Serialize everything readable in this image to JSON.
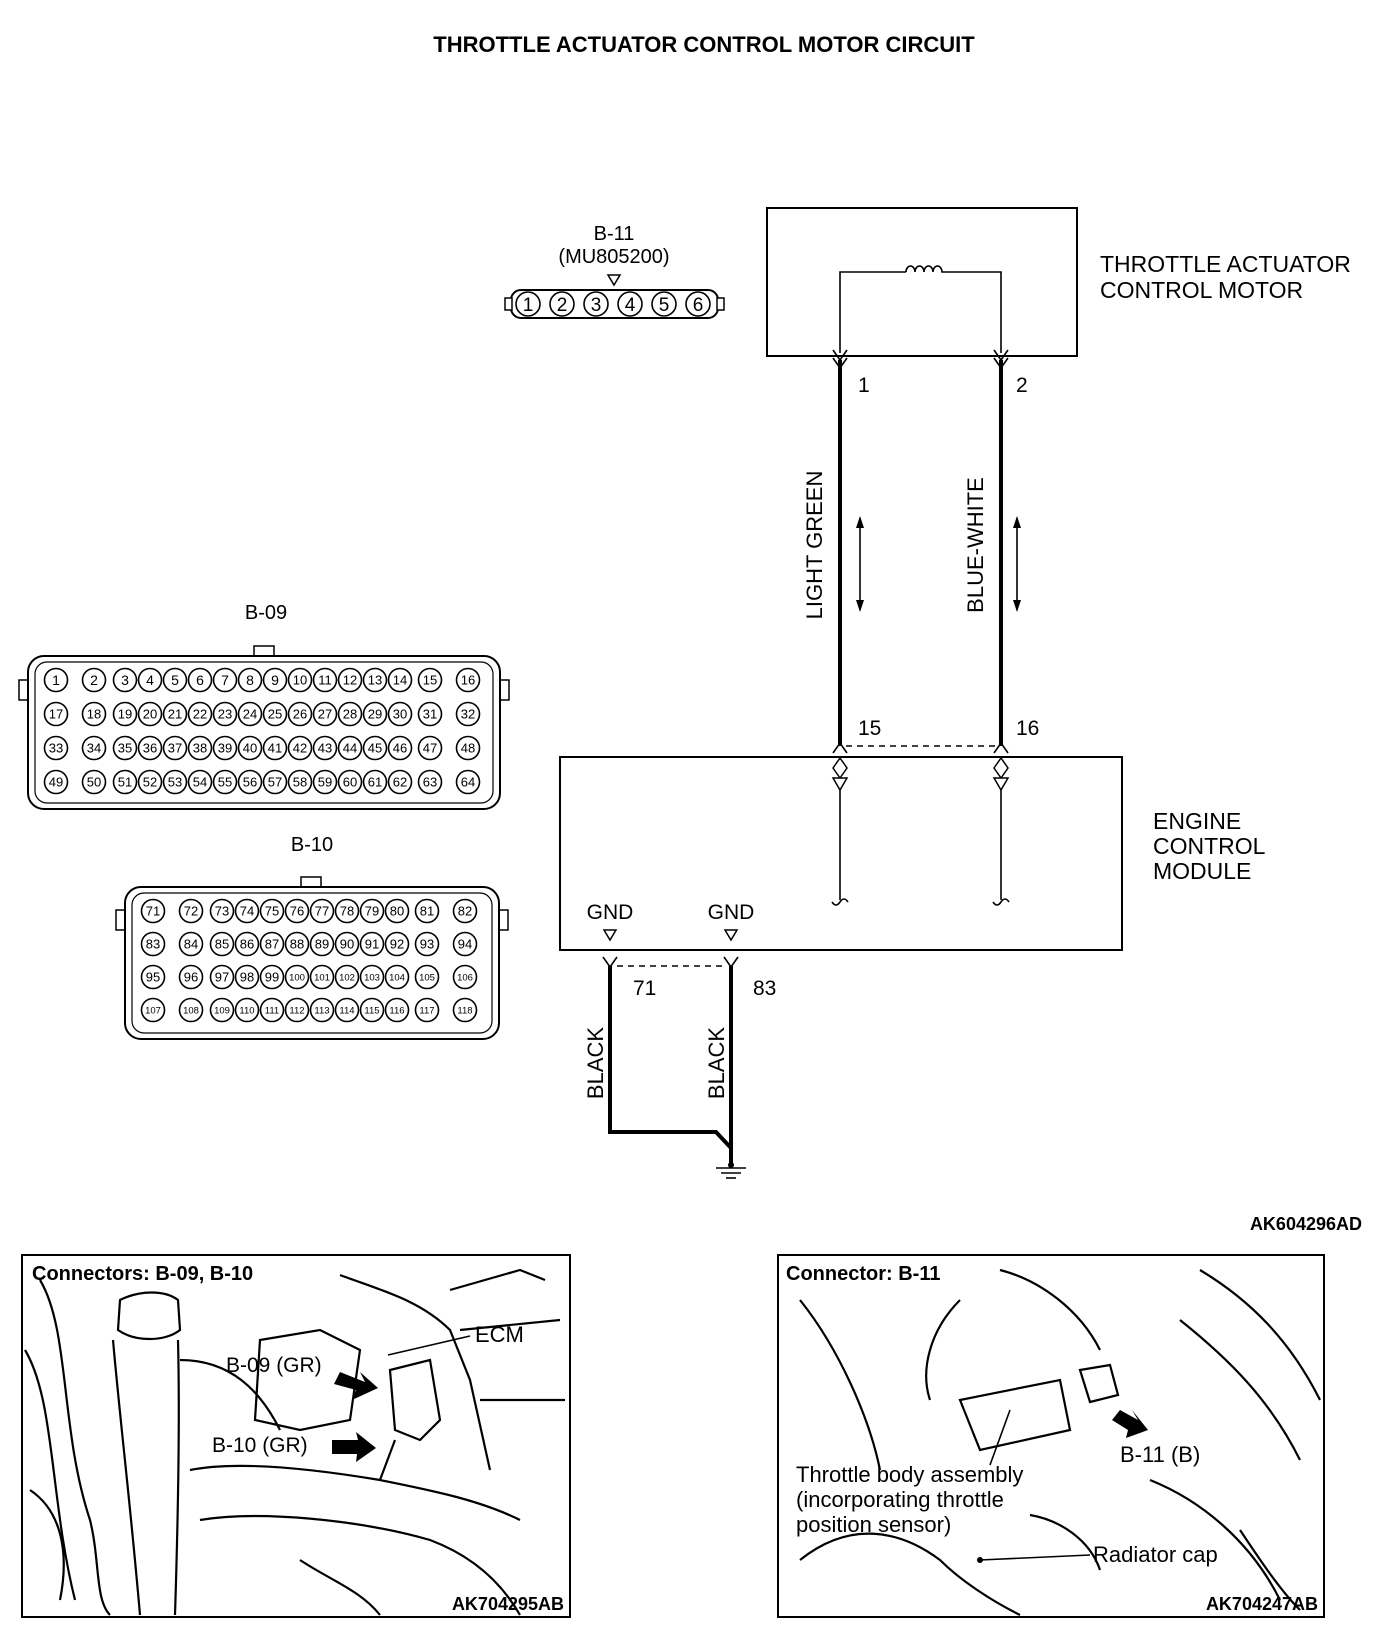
{
  "title": "THROTTLE ACTUATOR CONTROL MOTOR CIRCUIT",
  "connector_b11": {
    "name": "B-11",
    "part": "(MU805200)",
    "pins": [
      "1",
      "2",
      "3",
      "4",
      "5",
      "6"
    ]
  },
  "motor": {
    "line1": "THROTTLE ACTUATOR",
    "line2": "CONTROL MOTOR"
  },
  "wires": {
    "pin_a_top": "1",
    "pin_b_top": "2",
    "wire_a": "LIGHT GREEN",
    "wire_b": "BLUE-WHITE",
    "pin_a_bottom": "15",
    "pin_b_bottom": "16",
    "gnd_a_pin": "71",
    "gnd_b_pin": "83",
    "gnd_a_wire": "BLACK",
    "gnd_b_wire": "BLACK"
  },
  "ecm": {
    "line1": "ENGINE",
    "line2": "CONTROL",
    "line3": "MODULE",
    "gnd1": "GND",
    "gnd2": "GND"
  },
  "connector_b09": {
    "name": "B-09",
    "rows": [
      [
        "1",
        "2",
        "3",
        "4",
        "5",
        "6",
        "7",
        "8",
        "9",
        "10",
        "11",
        "12",
        "13",
        "14",
        "15",
        "16"
      ],
      [
        "17",
        "18",
        "19",
        "20",
        "21",
        "22",
        "23",
        "24",
        "25",
        "26",
        "27",
        "28",
        "29",
        "30",
        "31",
        "32"
      ],
      [
        "33",
        "34",
        "35",
        "36",
        "37",
        "38",
        "39",
        "40",
        "41",
        "42",
        "43",
        "44",
        "45",
        "46",
        "47",
        "48"
      ],
      [
        "49",
        "50",
        "51",
        "52",
        "53",
        "54",
        "55",
        "56",
        "57",
        "58",
        "59",
        "60",
        "61",
        "62",
        "63",
        "64"
      ]
    ]
  },
  "connector_b10": {
    "name": "B-10",
    "rows": [
      [
        "71",
        "72",
        "73",
        "74",
        "75",
        "76",
        "77",
        "78",
        "79",
        "80",
        "81",
        "82"
      ],
      [
        "83",
        "84",
        "85",
        "86",
        "87",
        "88",
        "89",
        "90",
        "91",
        "92",
        "93",
        "94"
      ],
      [
        "95",
        "96",
        "97",
        "98",
        "99",
        "100",
        "101",
        "102",
        "103",
        "104",
        "105",
        "106"
      ],
      [
        "107",
        "108",
        "109",
        "110",
        "111",
        "112",
        "113",
        "114",
        "115",
        "116",
        "117",
        "118"
      ]
    ]
  },
  "diagram_code": "AK604296AD",
  "photo_left": {
    "title": "Connectors: B-09, B-10",
    "ecm_label": "ECM",
    "b09_label": "B-09 (GR)",
    "b10_label": "B-10 (GR)",
    "code": "AK704295AB"
  },
  "photo_right": {
    "title": "Connector: B-11",
    "throttle_line1": "Throttle body assembly",
    "throttle_line2": "(incorporating throttle",
    "throttle_line3": "position sensor)",
    "b11_label": "B-11 (B)",
    "radiator_label": "Radiator cap",
    "code": "AK704247AB"
  }
}
